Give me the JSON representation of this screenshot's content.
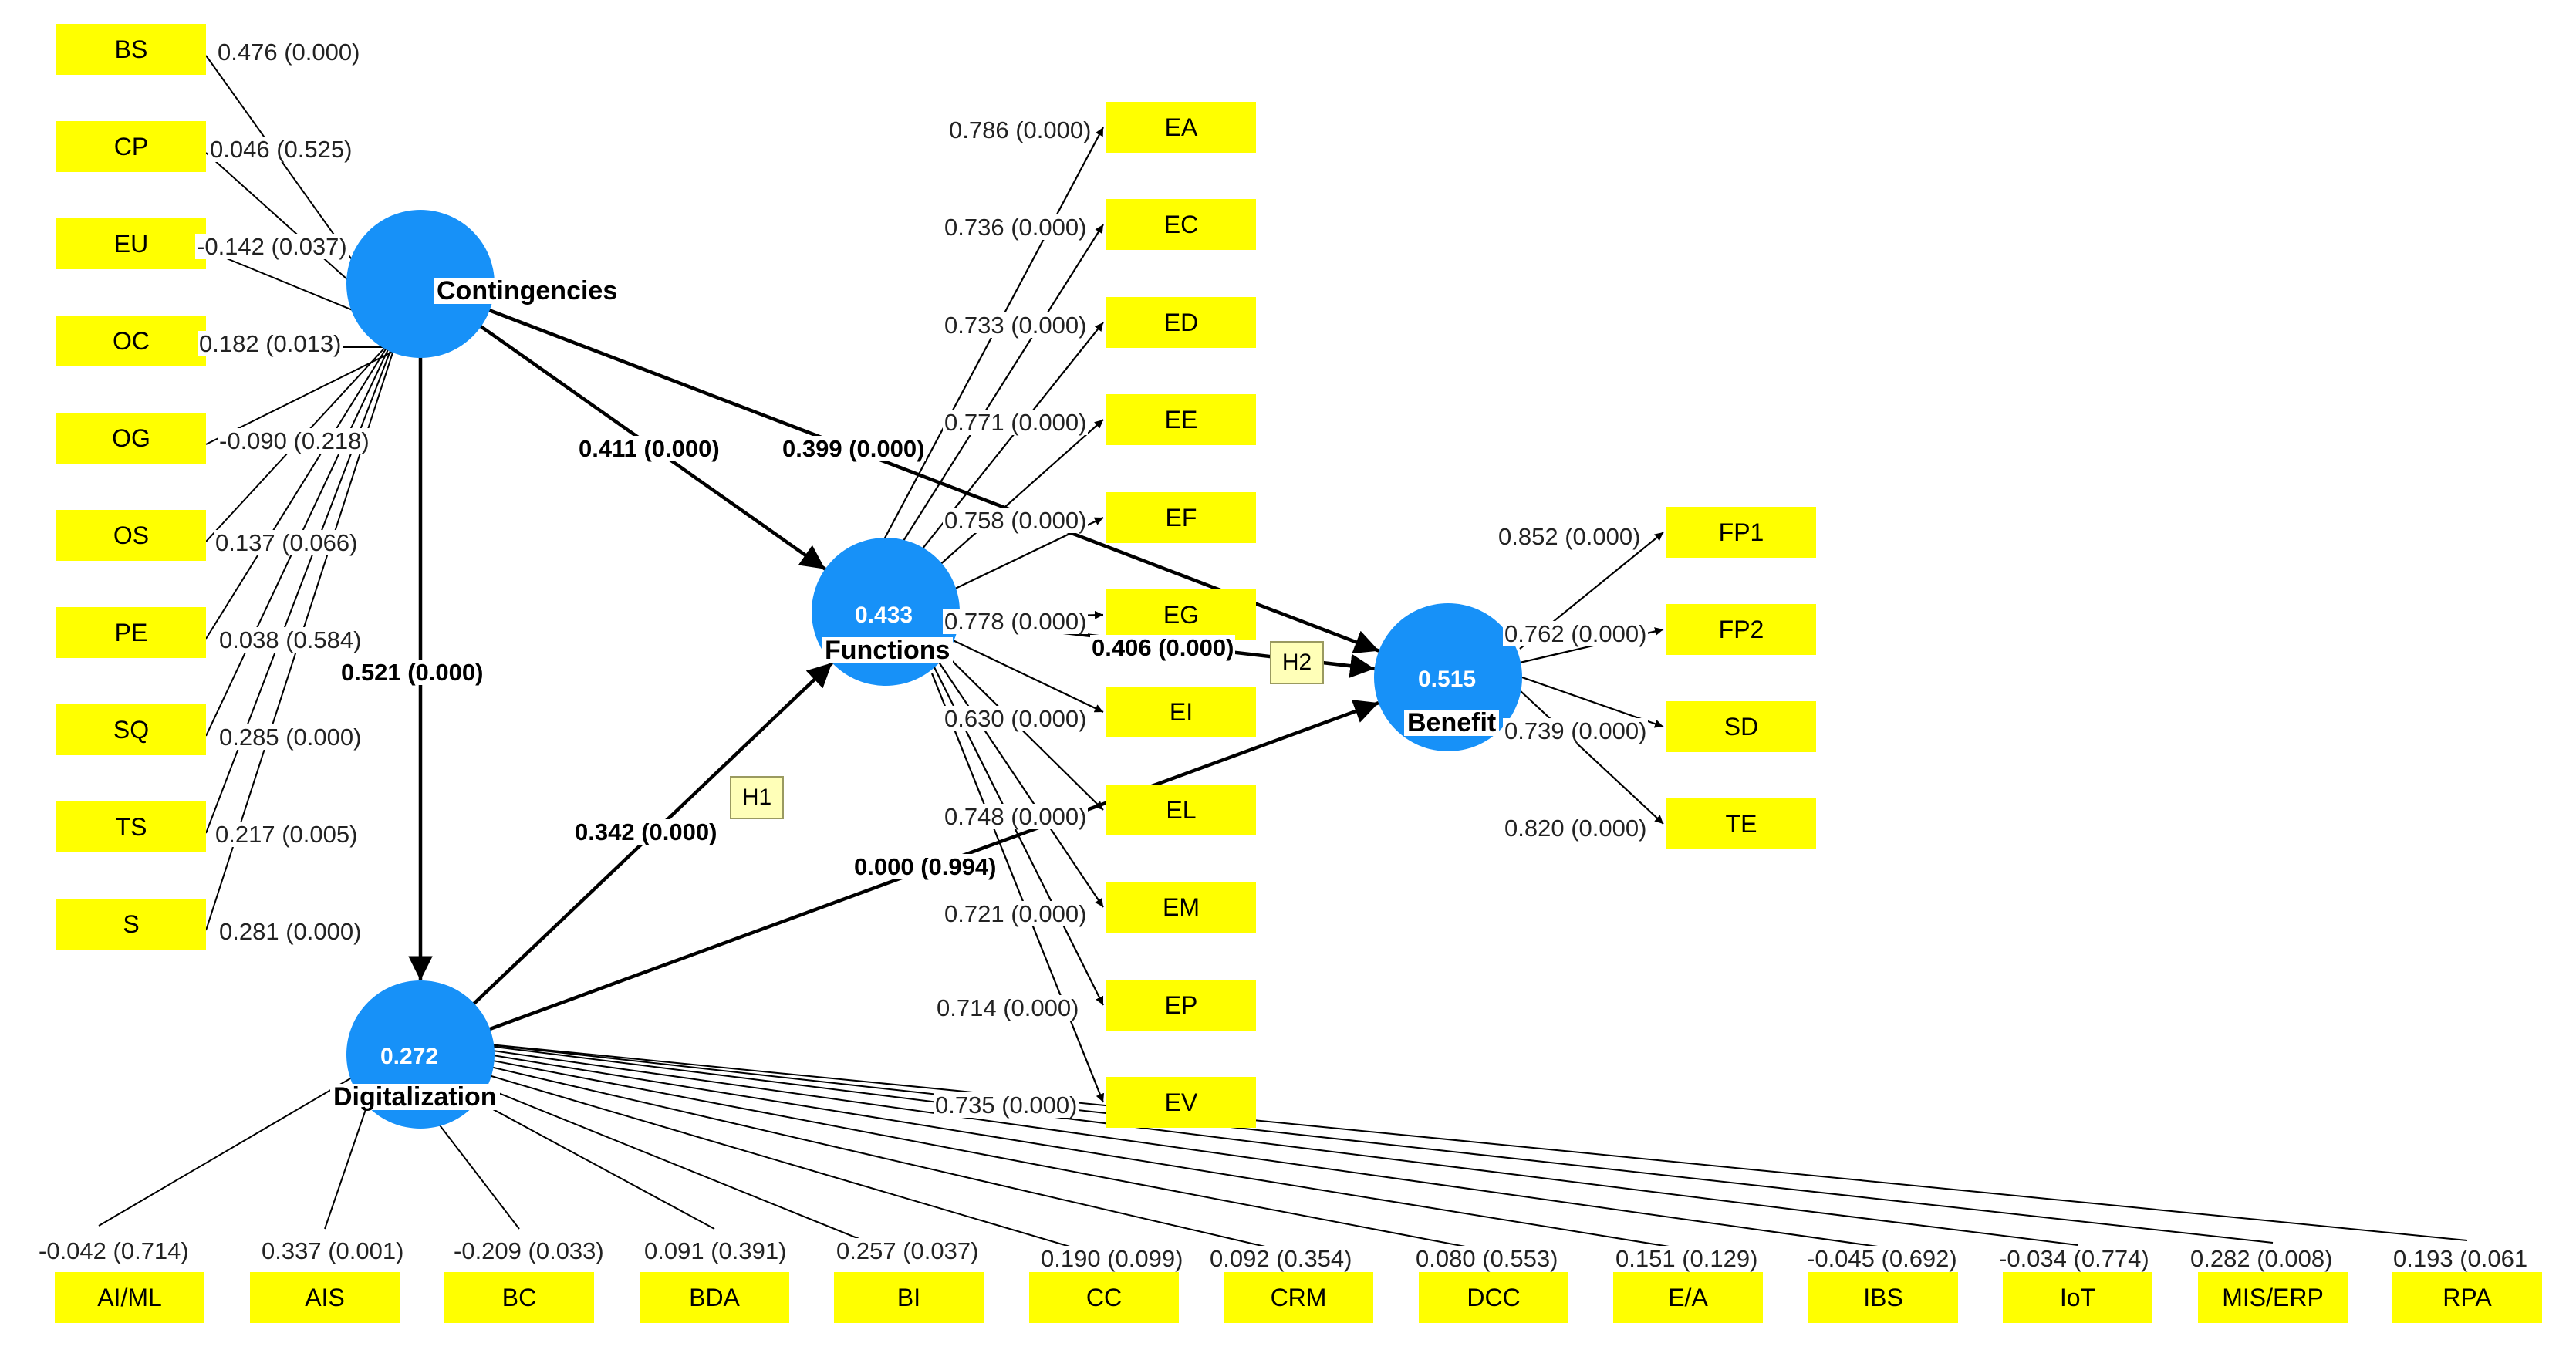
{
  "colors": {
    "indicator_fill": "#ffff00",
    "construct_fill": "#1791f8",
    "arrow": "#000000",
    "hypothesis_fill": "#ffffb8"
  },
  "constructs": [
    {
      "id": "contingencies",
      "name": "Contingencies",
      "r2": ""
    },
    {
      "id": "functions",
      "name": "Functions",
      "r2": "0.433"
    },
    {
      "id": "benefit",
      "name": "Benefit",
      "r2": "0.515"
    },
    {
      "id": "digitalization",
      "name": "Digitalization",
      "r2": "0.272"
    }
  ],
  "contingency_indicators": [
    {
      "name": "BS",
      "value": "0.476 (0.000)"
    },
    {
      "name": "CP",
      "value": "0.046 (0.525)"
    },
    {
      "name": "EU",
      "value": "-0.142 (0.037)"
    },
    {
      "name": "OC",
      "value": "0.182 (0.013)"
    },
    {
      "name": "OG",
      "value": "-0.090 (0.218)"
    },
    {
      "name": "OS",
      "value": "0.137 (0.066)"
    },
    {
      "name": "PE",
      "value": "0.038 (0.584)"
    },
    {
      "name": "SQ",
      "value": "0.285 (0.000)"
    },
    {
      "name": "TS",
      "value": "0.217 (0.005)"
    },
    {
      "name": "S",
      "value": "0.281 (0.000)"
    }
  ],
  "function_indicators": [
    {
      "name": "EA",
      "value": "0.786 (0.000)"
    },
    {
      "name": "EC",
      "value": "0.736 (0.000)"
    },
    {
      "name": "ED",
      "value": "0.733 (0.000)"
    },
    {
      "name": "EE",
      "value": "0.771 (0.000)"
    },
    {
      "name": "EF",
      "value": "0.758 (0.000)"
    },
    {
      "name": "EG",
      "value": "0.778 (0.000)"
    },
    {
      "name": "EI",
      "value": "0.630 (0.000)"
    },
    {
      "name": "EL",
      "value": "0.748 (0.000)"
    },
    {
      "name": "EM",
      "value": "0.721 (0.000)"
    },
    {
      "name": "EP",
      "value": "0.714 (0.000)"
    },
    {
      "name": "EV",
      "value": "0.735 (0.000)"
    }
  ],
  "benefit_indicators": [
    {
      "name": "FP1",
      "value": "0.852 (0.000)"
    },
    {
      "name": "FP2",
      "value": "0.762 (0.000)"
    },
    {
      "name": "SD",
      "value": "0.739 (0.000)"
    },
    {
      "name": "TE",
      "value": "0.820 (0.000)"
    }
  ],
  "digitalization_indicators": [
    {
      "name": "AI/ML",
      "value": "-0.042 (0.714)"
    },
    {
      "name": "AIS",
      "value": "0.337 (0.001)"
    },
    {
      "name": "BC",
      "value": "-0.209 (0.033)"
    },
    {
      "name": "BDA",
      "value": "0.091 (0.391)"
    },
    {
      "name": "BI",
      "value": "0.257 (0.037)"
    },
    {
      "name": "CC",
      "value": "0.190 (0.099)"
    },
    {
      "name": "CRM",
      "value": "0.092 (0.354)"
    },
    {
      "name": "DCC",
      "value": "0.080 (0.553)"
    },
    {
      "name": "E/A",
      "value": "0.151 (0.129)"
    },
    {
      "name": "IBS",
      "value": "-0.045 (0.692)"
    },
    {
      "name": "IoT",
      "value": "-0.034 (0.774)"
    },
    {
      "name": "MIS/ERP",
      "value": "0.282 (0.008)"
    },
    {
      "name": "RPA",
      "value": "0.193 (0.061"
    }
  ],
  "structural_paths": [
    {
      "from": "contingencies",
      "to": "functions",
      "value": "0.411 (0.000)"
    },
    {
      "from": "contingencies",
      "to": "benefit",
      "value": "0.399 (0.000)"
    },
    {
      "from": "contingencies",
      "to": "digitalization",
      "value": "0.521 (0.000)"
    },
    {
      "from": "digitalization",
      "to": "functions",
      "value": "0.342 (0.000)"
    },
    {
      "from": "digitalization",
      "to": "benefit",
      "value": "0.000 (0.994)"
    },
    {
      "from": "functions",
      "to": "benefit",
      "value": "0.406 (0.000)"
    }
  ],
  "hypotheses": [
    {
      "id": "h1",
      "label": "H1"
    },
    {
      "id": "h2",
      "label": "H2"
    }
  ]
}
